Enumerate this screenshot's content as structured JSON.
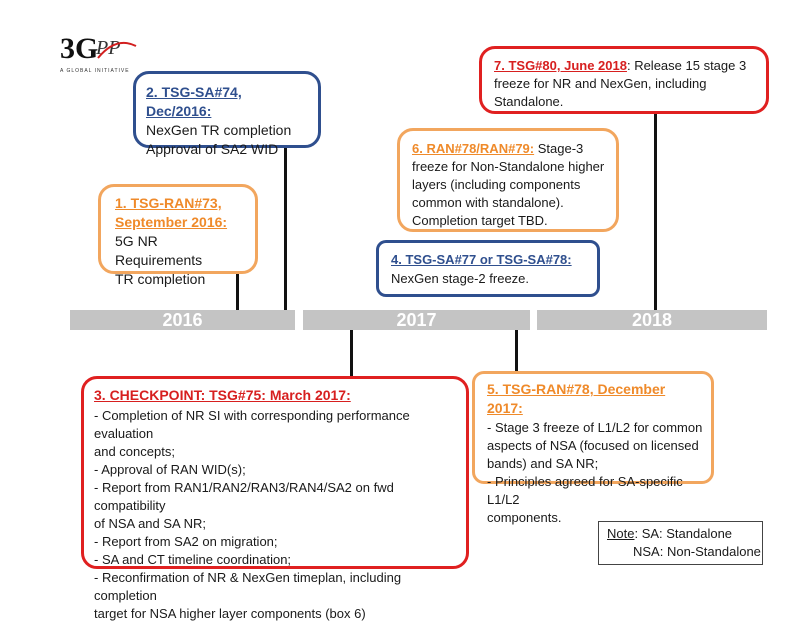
{
  "logo": {
    "mark": "3GPP",
    "tagline": "A GLOBAL INITIATIVE"
  },
  "years": [
    "2016",
    "2017",
    "2018"
  ],
  "box1": {
    "title_l1": "1. TSG-RAN#73,",
    "title_l2": "September 2016:",
    "line1": "5G NR Requirements",
    "line2": "TR completion"
  },
  "box2": {
    "title": "2. TSG-SA#74, Dec/2016:",
    "line1": "NexGen TR completion",
    "line2": "Approval of SA2 WID"
  },
  "box3": {
    "title": "3. CHECKPOINT: TSG#75: March 2017:",
    "lines": [
      "- Completion of NR SI with corresponding performance evaluation",
      "and concepts;",
      "-  Approval of RAN WID(s);",
      "- Report from RAN1/RAN2/RAN3/RAN4/SA2 on fwd compatibility",
      "of NSA and SA NR;",
      "- Report from SA2 on migration;",
      "- SA and CT timeline coordination;",
      "- Reconfirmation of NR & NexGen timeplan, including completion",
      "target for NSA higher layer components (box 6)"
    ]
  },
  "box4": {
    "title": "4. TSG-SA#77  or TSG-SA#78:",
    "line1": "NexGen stage-2 freeze."
  },
  "box5": {
    "title": "5. TSG-RAN#78,  December 2017:",
    "lines": [
      "- Stage 3 freeze of L1/L2 for common",
      "aspects of NSA (focused on licensed",
      "bands) and SA NR;",
      "- Principles agreed for SA-specific L1/L2",
      "components."
    ]
  },
  "box6": {
    "title": "6. RAN#78/RAN#79:",
    "title_rest": " Stage-3",
    "lines": [
      "freeze for Non-Standalone higher",
      "layers (including components",
      "common with standalone).",
      "Completion target TBD."
    ]
  },
  "box7": {
    "title": "7. TSG#80, June 2018",
    "title_rest": ": Release 15 stage 3",
    "lines": [
      "freeze for NR and NexGen, including",
      "Standalone."
    ]
  },
  "note": {
    "label": "Note",
    "line1_rest": ": SA: Standalone",
    "line2": "NSA: Non-Standalone"
  },
  "colors": {
    "orange": "#f2a65e",
    "blue": "#2f4f8e",
    "red": "#e02020",
    "timeline": "#c4c4c4"
  }
}
